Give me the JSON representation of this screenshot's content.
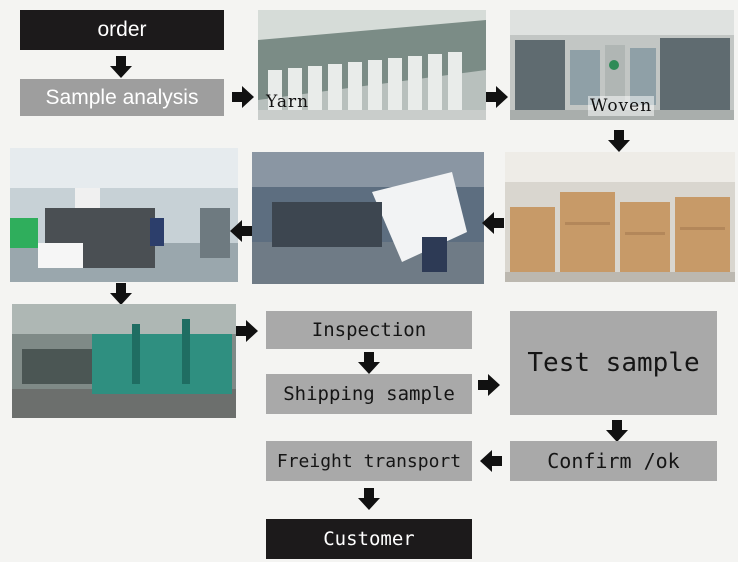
{
  "steps": {
    "order": "order",
    "sample_analysis": "Sample analysis",
    "yarn": "Yarn",
    "woven": "Woven",
    "inspection": "Inspection",
    "shipping_sample": "Shipping sample",
    "test_sample": "Test sample",
    "freight_transport": "Freight transport",
    "confirm_ok": "Confirm /ok",
    "customer": "Customer"
  },
  "colors": {
    "dark_box": "#1c1a1b",
    "grey_box": "#a9a9a9",
    "arrow": "#111111",
    "background": "#f4f4f2"
  },
  "icons": {
    "arrow": "block-arrow"
  }
}
